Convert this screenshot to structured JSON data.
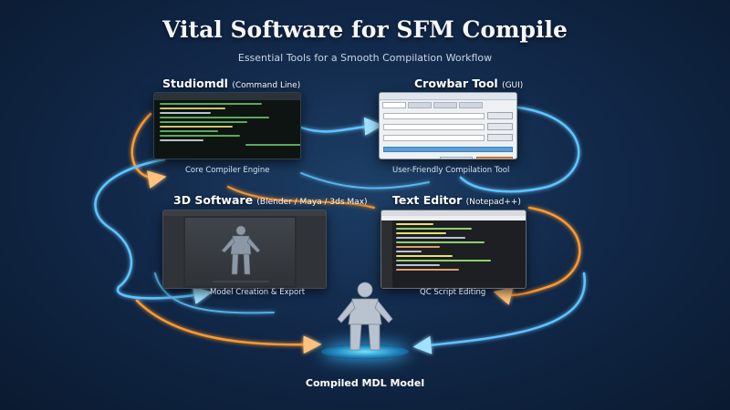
{
  "title": "Vital Software for SFM Compile",
  "subtitle": "Essential Tools for a Smooth Compilation Workflow",
  "sections": {
    "studiomdl": {
      "title": "Studiomdl",
      "title_note": "(Command Line)",
      "caption": "Core Compiler Engine"
    },
    "crowbar": {
      "title": "Crowbar Tool",
      "title_note": "(GUI)",
      "caption": "User-Friendly Compilation Tool"
    },
    "software3d": {
      "title": "3D Software",
      "title_note": "(Blender / Maya / 3ds Max)",
      "caption": "Model Creation & Export"
    },
    "editor": {
      "title": "Text Editor",
      "title_note": "(Notepad++)",
      "caption": "QC Script Editing"
    }
  },
  "result": {
    "label": "Compiled MDL Model"
  },
  "colors": {
    "flow_blue": "#5fc4ff",
    "flow_orange": "#ff9a2e",
    "background": "#12294a",
    "terminal_green": "#5ea85b",
    "compile_button": "#e58a3e"
  }
}
